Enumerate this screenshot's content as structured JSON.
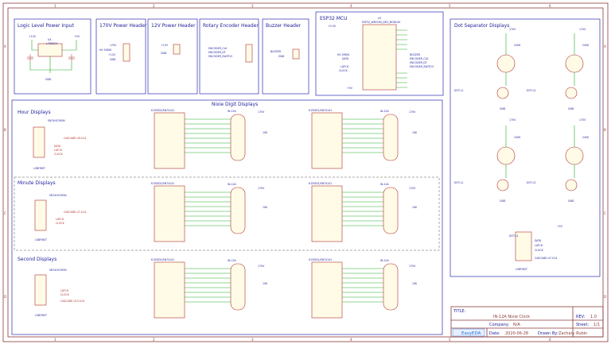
{
  "frame": {
    "columns": [
      "1",
      "2",
      "3",
      "4",
      "5",
      "6"
    ],
    "rows": [
      "A",
      "B",
      "C",
      "D"
    ]
  },
  "sections": {
    "power_input": "Logic Level Power Input",
    "hv_header": "170V Power Header",
    "v12_header": "12V Power Header",
    "rotary_header": "Rotary Encoder Header",
    "buzzer_header": "Buzzer Header",
    "mcu": "ESP32 MCU",
    "separator": "Dot Separator Displays",
    "nixie_digits": "Nixie Digit Displays",
    "hour": "Hour Displays",
    "minute": "Minute Displays",
    "second": "Second Displays"
  },
  "parts": {
    "u4": "U4",
    "u4_value": "L7805CV",
    "u2": "U2",
    "u2_value": "ESP32_WROOM_DEV_MODULE",
    "tube_value": "IN-12A",
    "driver_value": "K155ID1/SN74141",
    "shift_value": "SN74HC595N",
    "resistor_10k": "10K",
    "resistor_240k": "240K",
    "resistor_1k": "1K",
    "lsbfirst": "LSBFIRST"
  },
  "nets": {
    "v12": "+12V",
    "v5": "+5V",
    "v33": "+3.3V",
    "gnd": "GND",
    "v170": "170V",
    "hv_shdn": "HV SHDN",
    "data": "DATA",
    "latch": "LATCH",
    "clock": "CLOCK",
    "buzzer": "BUZZER",
    "enc_clk": "ENCODER_CLK",
    "enc_dt": "ENCODER_DT",
    "enc_sw": "ENCODER_SWITCH",
    "dot_l1": "DOT-L1",
    "dot_l2": "DOT-L2",
    "cascade_u7": "CASCADE-U7-U14",
    "cascade_u9": "CASCADE-U9-U14",
    "cascade_u15": "CASCADE-U15-U14"
  },
  "title_block": {
    "title_label": "TITLE:",
    "title": "IN-12A Nixie Clock",
    "rev_label": "REV:",
    "rev": "1.0",
    "company_label": "Company:",
    "company": "N/A",
    "sheet_label": "Sheet:",
    "sheet": "1/1",
    "date_label": "Date:",
    "date": "2020-06-28",
    "drawn_label": "Drawn By:",
    "drawn_by": "Zachary Rubin",
    "logo": "EasyEDA"
  }
}
